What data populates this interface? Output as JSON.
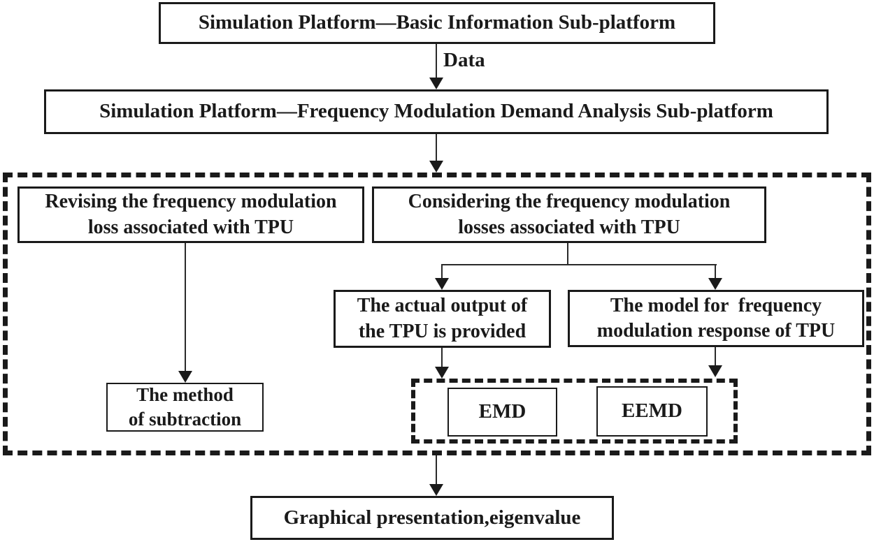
{
  "flowchart": {
    "boxes": {
      "basic_info": {
        "text": "Simulation Platform—Basic Information Sub-platform"
      },
      "fm_demand": {
        "text": "Simulation Platform—Frequency Modulation Demand Analysis Sub-platform"
      },
      "revising": {
        "line1": "Revising the frequency modulation",
        "line2": "loss associated with TPU"
      },
      "considering": {
        "line1": "Considering the frequency modulation",
        "line2": "losses associated with TPU"
      },
      "actual_output": {
        "line1": "The actual output of",
        "line2": "the TPU is provided"
      },
      "model_response": {
        "line1": "The model for  frequency",
        "line2": "modulation response of TPU"
      },
      "method_subtraction": {
        "line1": "The method",
        "line2": "of subtraction"
      },
      "emd": {
        "text": "EMD"
      },
      "eemd": {
        "text": "EEMD"
      },
      "graphical": {
        "text": "Graphical presentation,eigenvalue"
      }
    },
    "labels": {
      "data_arrow": "Data"
    },
    "colors": {
      "line": "#1a1a1a",
      "text": "#1a1a1a",
      "background": "#ffffff"
    }
  }
}
